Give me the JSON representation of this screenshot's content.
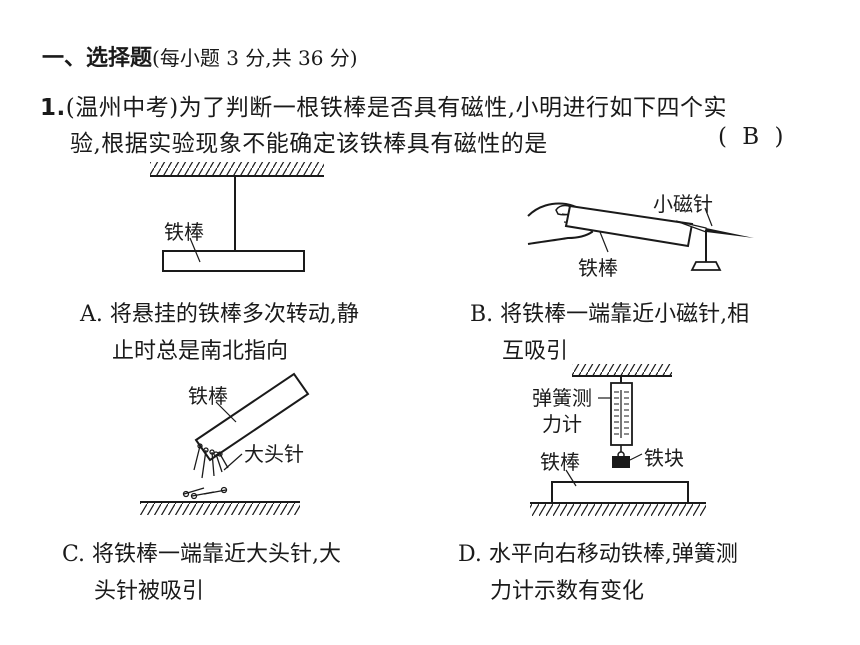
{
  "section": {
    "number": "一、",
    "title": "选择题",
    "note": "(每小题 3 分,共 36 分)"
  },
  "question": {
    "number": "1.",
    "source": "(温州中考)",
    "line1": "为了判断一根铁棒是否具有磁性,小明进行如下四个实",
    "line2": "验,根据实验现象不能确定该铁棒具有磁性的是",
    "answer": "(  B  )"
  },
  "figures": {
    "a": {
      "label_rod": "铁棒"
    },
    "b": {
      "label_rod": "铁棒",
      "label_needle": "小磁针"
    },
    "c": {
      "label_rod": "铁棒",
      "label_pins": "大头针"
    },
    "d": {
      "label_scale": "弹簧测",
      "label_scale2": "力计",
      "label_block": "铁块",
      "label_rod": "铁棒"
    }
  },
  "options": {
    "a": {
      "line1": "A. 将悬挂的铁棒多次转动,静",
      "line2": "止时总是南北指向"
    },
    "b": {
      "line1": "B. 将铁棒一端靠近小磁针,相",
      "line2": "互吸引"
    },
    "c": {
      "line1": "C. 将铁棒一端靠近大头针,大",
      "line2": "头针被吸引"
    },
    "d": {
      "line1": "D. 水平向右移动铁棒,弹簧测",
      "line2": "力计示数有变化"
    }
  }
}
